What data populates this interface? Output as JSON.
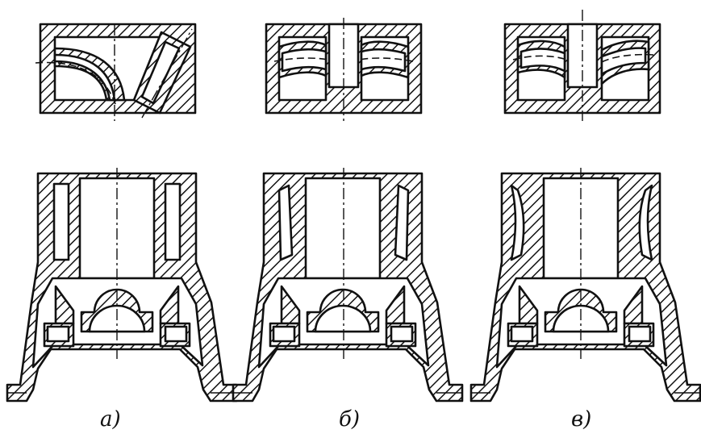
{
  "figure": {
    "captions": [
      "a)",
      "б)",
      "в)"
    ]
  }
}
